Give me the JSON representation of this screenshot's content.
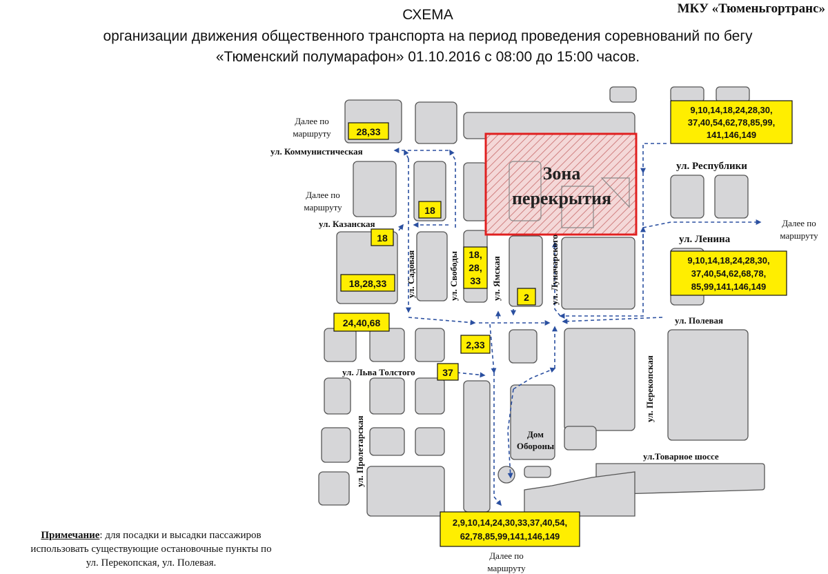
{
  "header": {
    "organization": "МКУ «Тюменьгортранс»",
    "title": "СХЕМА",
    "subtitle_line1": "организации движения общественного транспорта на период проведения соревнований по бегу",
    "subtitle_line2": "«Тюменский полумарафон» 01.10.2016 с 08:00 до 15:00 часов."
  },
  "closure_zone": {
    "label_line1": "Зона",
    "label_line2": "перекрытия",
    "color": "#e02020"
  },
  "streets": {
    "kommunisticheskaya": "ул. Коммунистическая",
    "kazanskaya": "ул. Казанская",
    "respubliki": "ул. Республики",
    "lenina": "ул. Ленина",
    "polevaya": "ул. Полевая",
    "lva_tolstogo": "ул. Льва Толстого",
    "tovarnoe": "ул.Товарное шоссе",
    "sadovaya": "ул. Садовая",
    "svobody": "ул. Свободы",
    "yamskaya": "ул. Ямская",
    "lunacharskogo": "ул. Луначарского",
    "perekopskaya": "ул. Перекопская",
    "proletarskaya": "ул. Пролетарская"
  },
  "landmark": {
    "line1": "Дом",
    "line2": "Обороны"
  },
  "further": {
    "top_left_1": "Далее по",
    "top_left_2": "маршруту",
    "mid_left_1": "Далее по",
    "mid_left_2": "маршруту",
    "right_1": "Далее по",
    "right_2": "маршруту",
    "bottom_1": "Далее по",
    "bottom_2": "маршруту"
  },
  "route_labels": {
    "r_2833": "28,33",
    "r_18_top": "18",
    "r_18_kaz": "18",
    "r_182833": "18,28,33",
    "r_18_28_33_stack": [
      "18,",
      "28,",
      "33"
    ],
    "r_2": "2",
    "r_244068": "24,40,68",
    "r_233": "2,33",
    "r_37": "37",
    "r_top_right": [
      "9,10,14,18,24,28,30,",
      "37,40,54,62,78,85,99,",
      "141,146,149"
    ],
    "r_mid_right": [
      "9,10,14,18,24,28,30,",
      "37,40,54,62,68,78,",
      "85,99,141,146,149"
    ],
    "r_bottom": [
      "2,9,10,14,24,30,33,37,40,54,",
      "62,78,85,99,141,146,149"
    ]
  },
  "note": {
    "label": "Примечание",
    "line1": ":  для посадки и высадки   пассажиров",
    "line2": "использовать существующие остановочные пункты по",
    "line3": "ул. Перекопская, ул. Полевая."
  },
  "colors": {
    "block": "#d6d6d8",
    "route_box": "#ffee00",
    "arrow": "#2a4fa0"
  }
}
